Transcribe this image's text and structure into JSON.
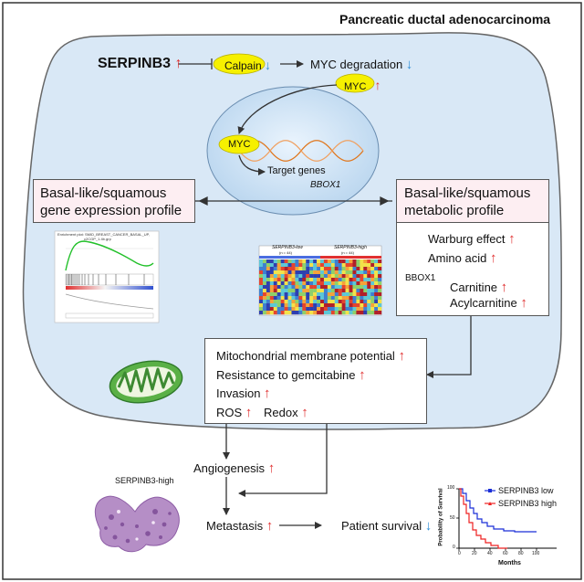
{
  "header": {
    "title": "Pancreatic ductal adenocarcinoma"
  },
  "pathway": {
    "serpinb3": "SERPINB3",
    "calpain": "Calpain",
    "myc_degradation": "MYC degradation",
    "myc": "MYC",
    "target_genes": "Target genes",
    "bbox1_gene": "BBOX1"
  },
  "arrows": {
    "up": "↑",
    "down": "↓"
  },
  "gene_profile": {
    "title_line1": "Basal-like/squamous",
    "title_line2": "gene expression profile"
  },
  "gsea": {
    "title_line1": "Enrichment plot: SMID_BREAST_CANCER_BASAL_UP,",
    "title_line2": "c2CGP_1.4b.grp"
  },
  "heatmap": {
    "low_label": "SERPINB3-low",
    "low_n": "(n = 44)",
    "high_label": "SERPINB3-high",
    "high_n": "(n = 44)"
  },
  "metabolic_profile": {
    "title_line1": "Basal-like/squamous",
    "title_line2": "metabolic profile",
    "warburg": "Warburg effect",
    "amino_acid": "Amino acid",
    "bbox1": "BBOX1",
    "carnitine": "Carnitine",
    "acylcarnitine": "Acylcarnitine"
  },
  "phenotypes": {
    "mito_potential": "Mitochondrial membrane potential",
    "gemcitabine": "Resistance to gemcitabine",
    "invasion": "Invasion",
    "ros": "ROS",
    "redox": "Redox"
  },
  "outcomes": {
    "angiogenesis": "Angiogenesis",
    "metastasis": "Metastasis",
    "patient_survival": "Patient survival",
    "histology_label": "SERPINB3-high"
  },
  "survival": {
    "ylabel": "Probability of Survival",
    "xlabel": "Months",
    "legend_low": "SERPINB3 low",
    "legend_high": "SERPINB3 high",
    "yticks": [
      "100",
      "50",
      "0"
    ],
    "xticks": [
      "0",
      "20",
      "40",
      "60",
      "80",
      "100"
    ]
  },
  "colors": {
    "cell": "#d9e8f6",
    "cell_border": "#666666",
    "nucleus": "#c4dcf2",
    "yellow": "#f6f000",
    "up": "#e03030",
    "down": "#2f8fd8",
    "low_curve": "#1a2ed8",
    "high_curve": "#ee2020"
  }
}
